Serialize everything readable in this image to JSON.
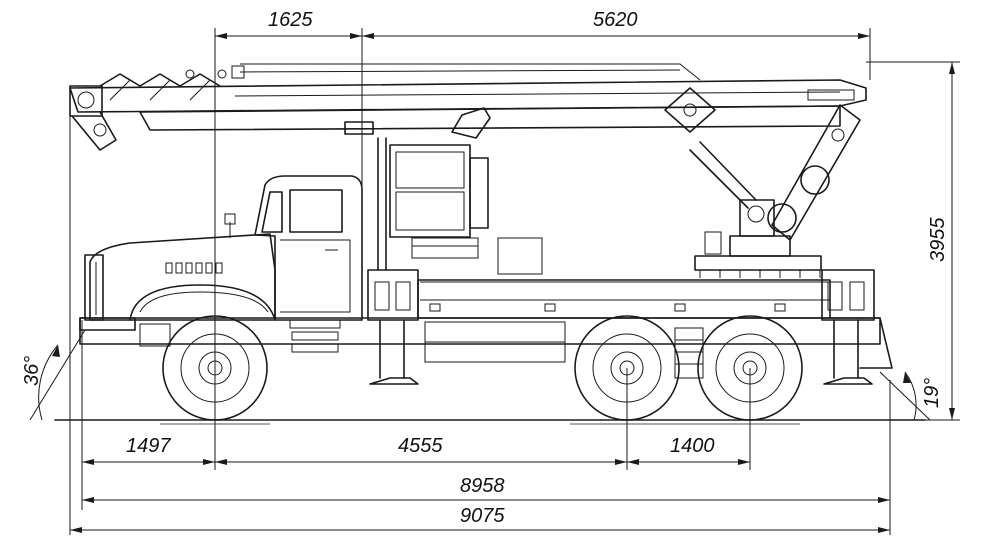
{
  "dimensions": {
    "boom_segment_1": "1625",
    "boom_segment_2": "5620",
    "total_height": "3955",
    "front_overhang": "1497",
    "wheelbase_front": "4555",
    "wheelbase_rear": "1400",
    "chassis_length": "8958",
    "total_length": "9075",
    "approach_angle": "36°",
    "departure_angle": "19°"
  }
}
